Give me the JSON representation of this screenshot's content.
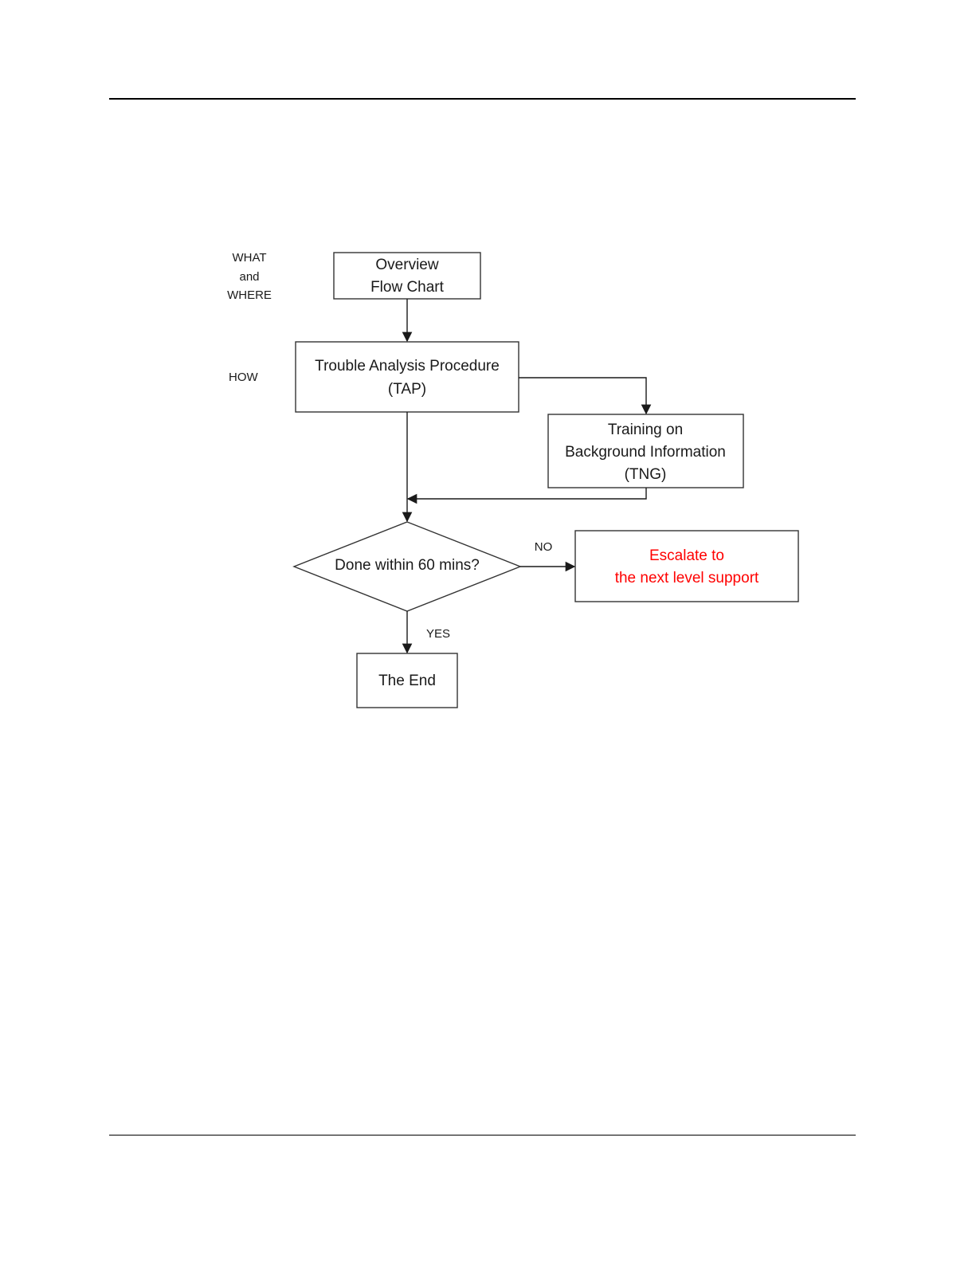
{
  "side_labels": {
    "what_where": [
      "WHAT",
      "and",
      "WHERE"
    ],
    "how": "HOW"
  },
  "nodes": {
    "overview": {
      "lines": [
        "Overview",
        "Flow Chart"
      ]
    },
    "tap": {
      "lines": [
        "Trouble Analysis Procedure",
        "(TAP)"
      ]
    },
    "tng": {
      "lines": [
        "Training on",
        "Background Information",
        "(TNG)"
      ]
    },
    "decision": {
      "lines": [
        "Done within 60 mins?"
      ]
    },
    "escalate": {
      "lines": [
        "Escalate to",
        "the next level support"
      ]
    },
    "end": {
      "lines": [
        "The End"
      ]
    }
  },
  "edge_labels": {
    "no": "NO",
    "yes": "YES"
  },
  "colors": {
    "line": "#1a1a1a",
    "box_border": "#333333",
    "escalate_text": "#ff0000",
    "text": "#1a1a1a"
  }
}
